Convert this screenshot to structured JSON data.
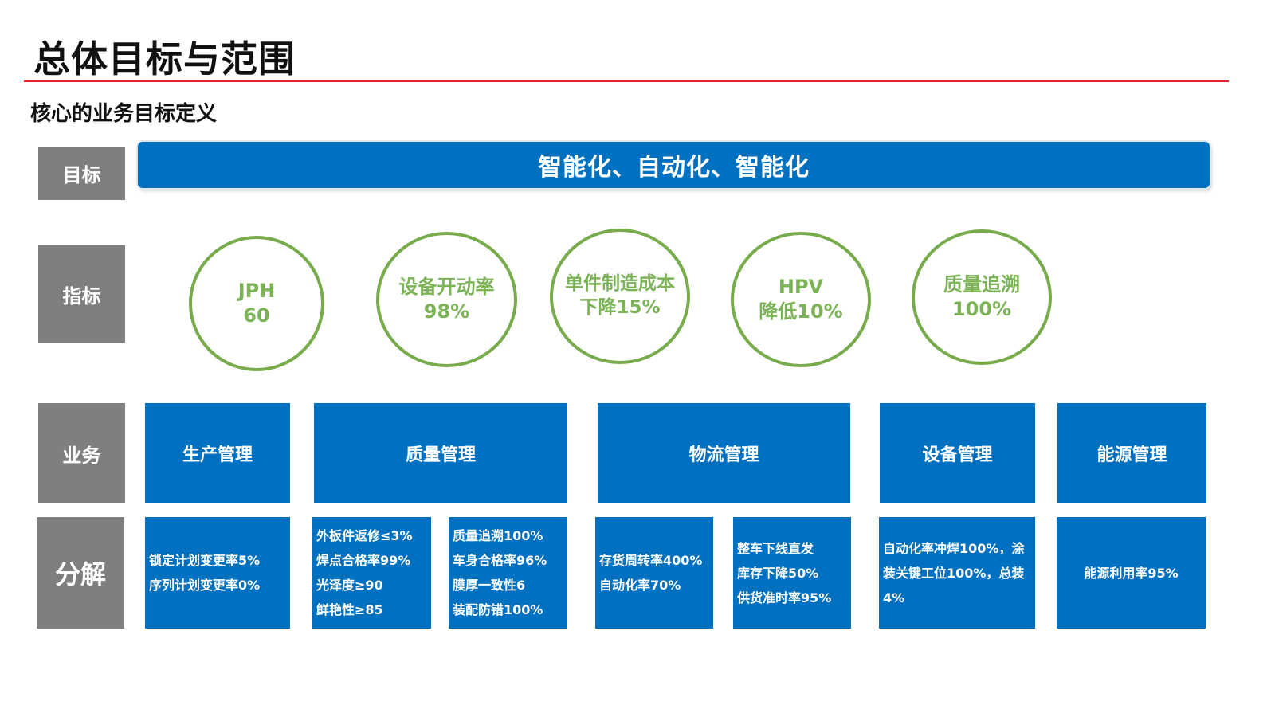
{
  "page": {
    "title": "总体目标与范围",
    "subtitle": "核心的业务目标定义"
  },
  "row_labels": {
    "goal": "目标",
    "indicators": "指标",
    "business": "业务",
    "decomposition": "分解"
  },
  "goal": {
    "text": "智能化、自动化、智能化"
  },
  "indicators": [
    {
      "line1": "JPH",
      "line2": "60"
    },
    {
      "line1": "设备开动率",
      "line2": "98%"
    },
    {
      "line1": "单件制造成本",
      "line2": "下降15%"
    },
    {
      "line1": "HPV",
      "line2": "降低10%"
    },
    {
      "line1": "质量追溯",
      "line2": "100%"
    }
  ],
  "business": [
    {
      "label": "生产管理"
    },
    {
      "label": "质量管理"
    },
    {
      "label": "物流管理"
    },
    {
      "label": "设备管理"
    },
    {
      "label": "能源管理"
    }
  ],
  "decomposition": {
    "production": [
      "锁定计划变更率5%",
      "序列计划变更率0%"
    ],
    "quality_left": [
      "外板件返修≤3%",
      "焊点合格率99%",
      "光泽度≥90",
      "鲜艳性≥85"
    ],
    "quality_right": [
      "质量追溯100%",
      "车身合格率96%",
      "膜厚一致性6",
      "装配防错100%"
    ],
    "logistics_left": [
      "存货周转率400%",
      "自动化率70%"
    ],
    "logistics_right": [
      "整车下线直发",
      "库存下降50%",
      "供货准时率95%"
    ],
    "equipment": [
      "自动化率冲焊100%，涂",
      "装关键工位100%，总装",
      "4%"
    ],
    "energy": [
      "能源利用率95%"
    ]
  },
  "colors": {
    "accent_blue": "#0070c0",
    "label_gray": "#7f7f7f",
    "circle_green": "#77ab4b",
    "title_rule_red": "#e8202a"
  }
}
